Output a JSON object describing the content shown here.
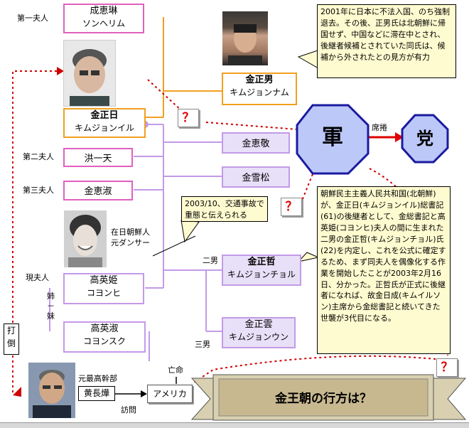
{
  "people": {
    "first_wife": {
      "name": "成恵琳",
      "kana": "ソンヘリム",
      "label": "第一夫人"
    },
    "jongnam": {
      "name": "金正男",
      "kana": "キムジョンナム"
    },
    "jongil": {
      "name": "金正日",
      "kana": "キムジョンイル"
    },
    "hyegyong": {
      "name": "金恵敬"
    },
    "second_wife": {
      "name": "洪一天",
      "label": "第二夫人"
    },
    "seolsong": {
      "name": "金雪松"
    },
    "third_wife": {
      "name": "金恵淑",
      "label": "第三夫人"
    },
    "current_wife": {
      "name": "高英姫",
      "kana": "コヨンヒ",
      "label": "現夫人"
    },
    "jongchol": {
      "name": "金正哲",
      "kana": "キムジョンチョル",
      "label": "二男"
    },
    "sister": {
      "name": "高英淑",
      "kana": "コヨンスク"
    },
    "jongun": {
      "name": "金正雲",
      "kana": "キムジョンウン",
      "label": "三男"
    },
    "hwang": {
      "name": "黄長燁",
      "label": "元最高幹部"
    },
    "america": {
      "name": "アメリカ"
    }
  },
  "labels": {
    "zainichi_dancer": "在日朝鮮人\n元ダンサー",
    "sisters": "姉\n－\n妹",
    "overthrow": "打\n倒",
    "exile": "亡命",
    "visit": "訪問",
    "seize": "席捲",
    "question": "？"
  },
  "nodes": {
    "military": "軍",
    "party": "党"
  },
  "notes": {
    "jongnam_note": "2001年に日本に不法入国、のち強制退去。その後、正男氏は北朝鮮に帰国せず、中国などに滞在中とされ、後継者候補とされていた同氏は、候補から外されたとの見方が有力",
    "accident_note": "2003/10、交通事故で重態と伝えられる",
    "jongchol_note": "朝鮮民主主義人民共和国(北朝鮮)が、金正日(キムジョンイル)総書記(61)の後継者として、金総書記と高英姫(コヨンヒ)夫人の間に生まれた二男の金正哲(キムジョンチョル)氏(22)を内定し、これを公式に確定するため、まず同夫人を偶像化する作業を開始したことが2003年2月16日、分かった。正哲氏が正式に後継者になれば、故金日成(キムイルソン)主席から金総書記と続いてきた世襲が3代目になる。"
  },
  "banner": {
    "text": "金王朝の行方は？"
  },
  "colors": {
    "pink": "#e060c0",
    "orange": "#f0a020",
    "lavender": "#c39ae8",
    "lavender_fill": "#e8e0f8",
    "octagon_fill": "#bcc8f8",
    "octagon_border": "#1a1aa0",
    "red": "#e00000",
    "note_fill": "#fffbd0"
  },
  "icons": {
    "arrow": "red-arrow-icon",
    "question": "question-mark-icon"
  }
}
